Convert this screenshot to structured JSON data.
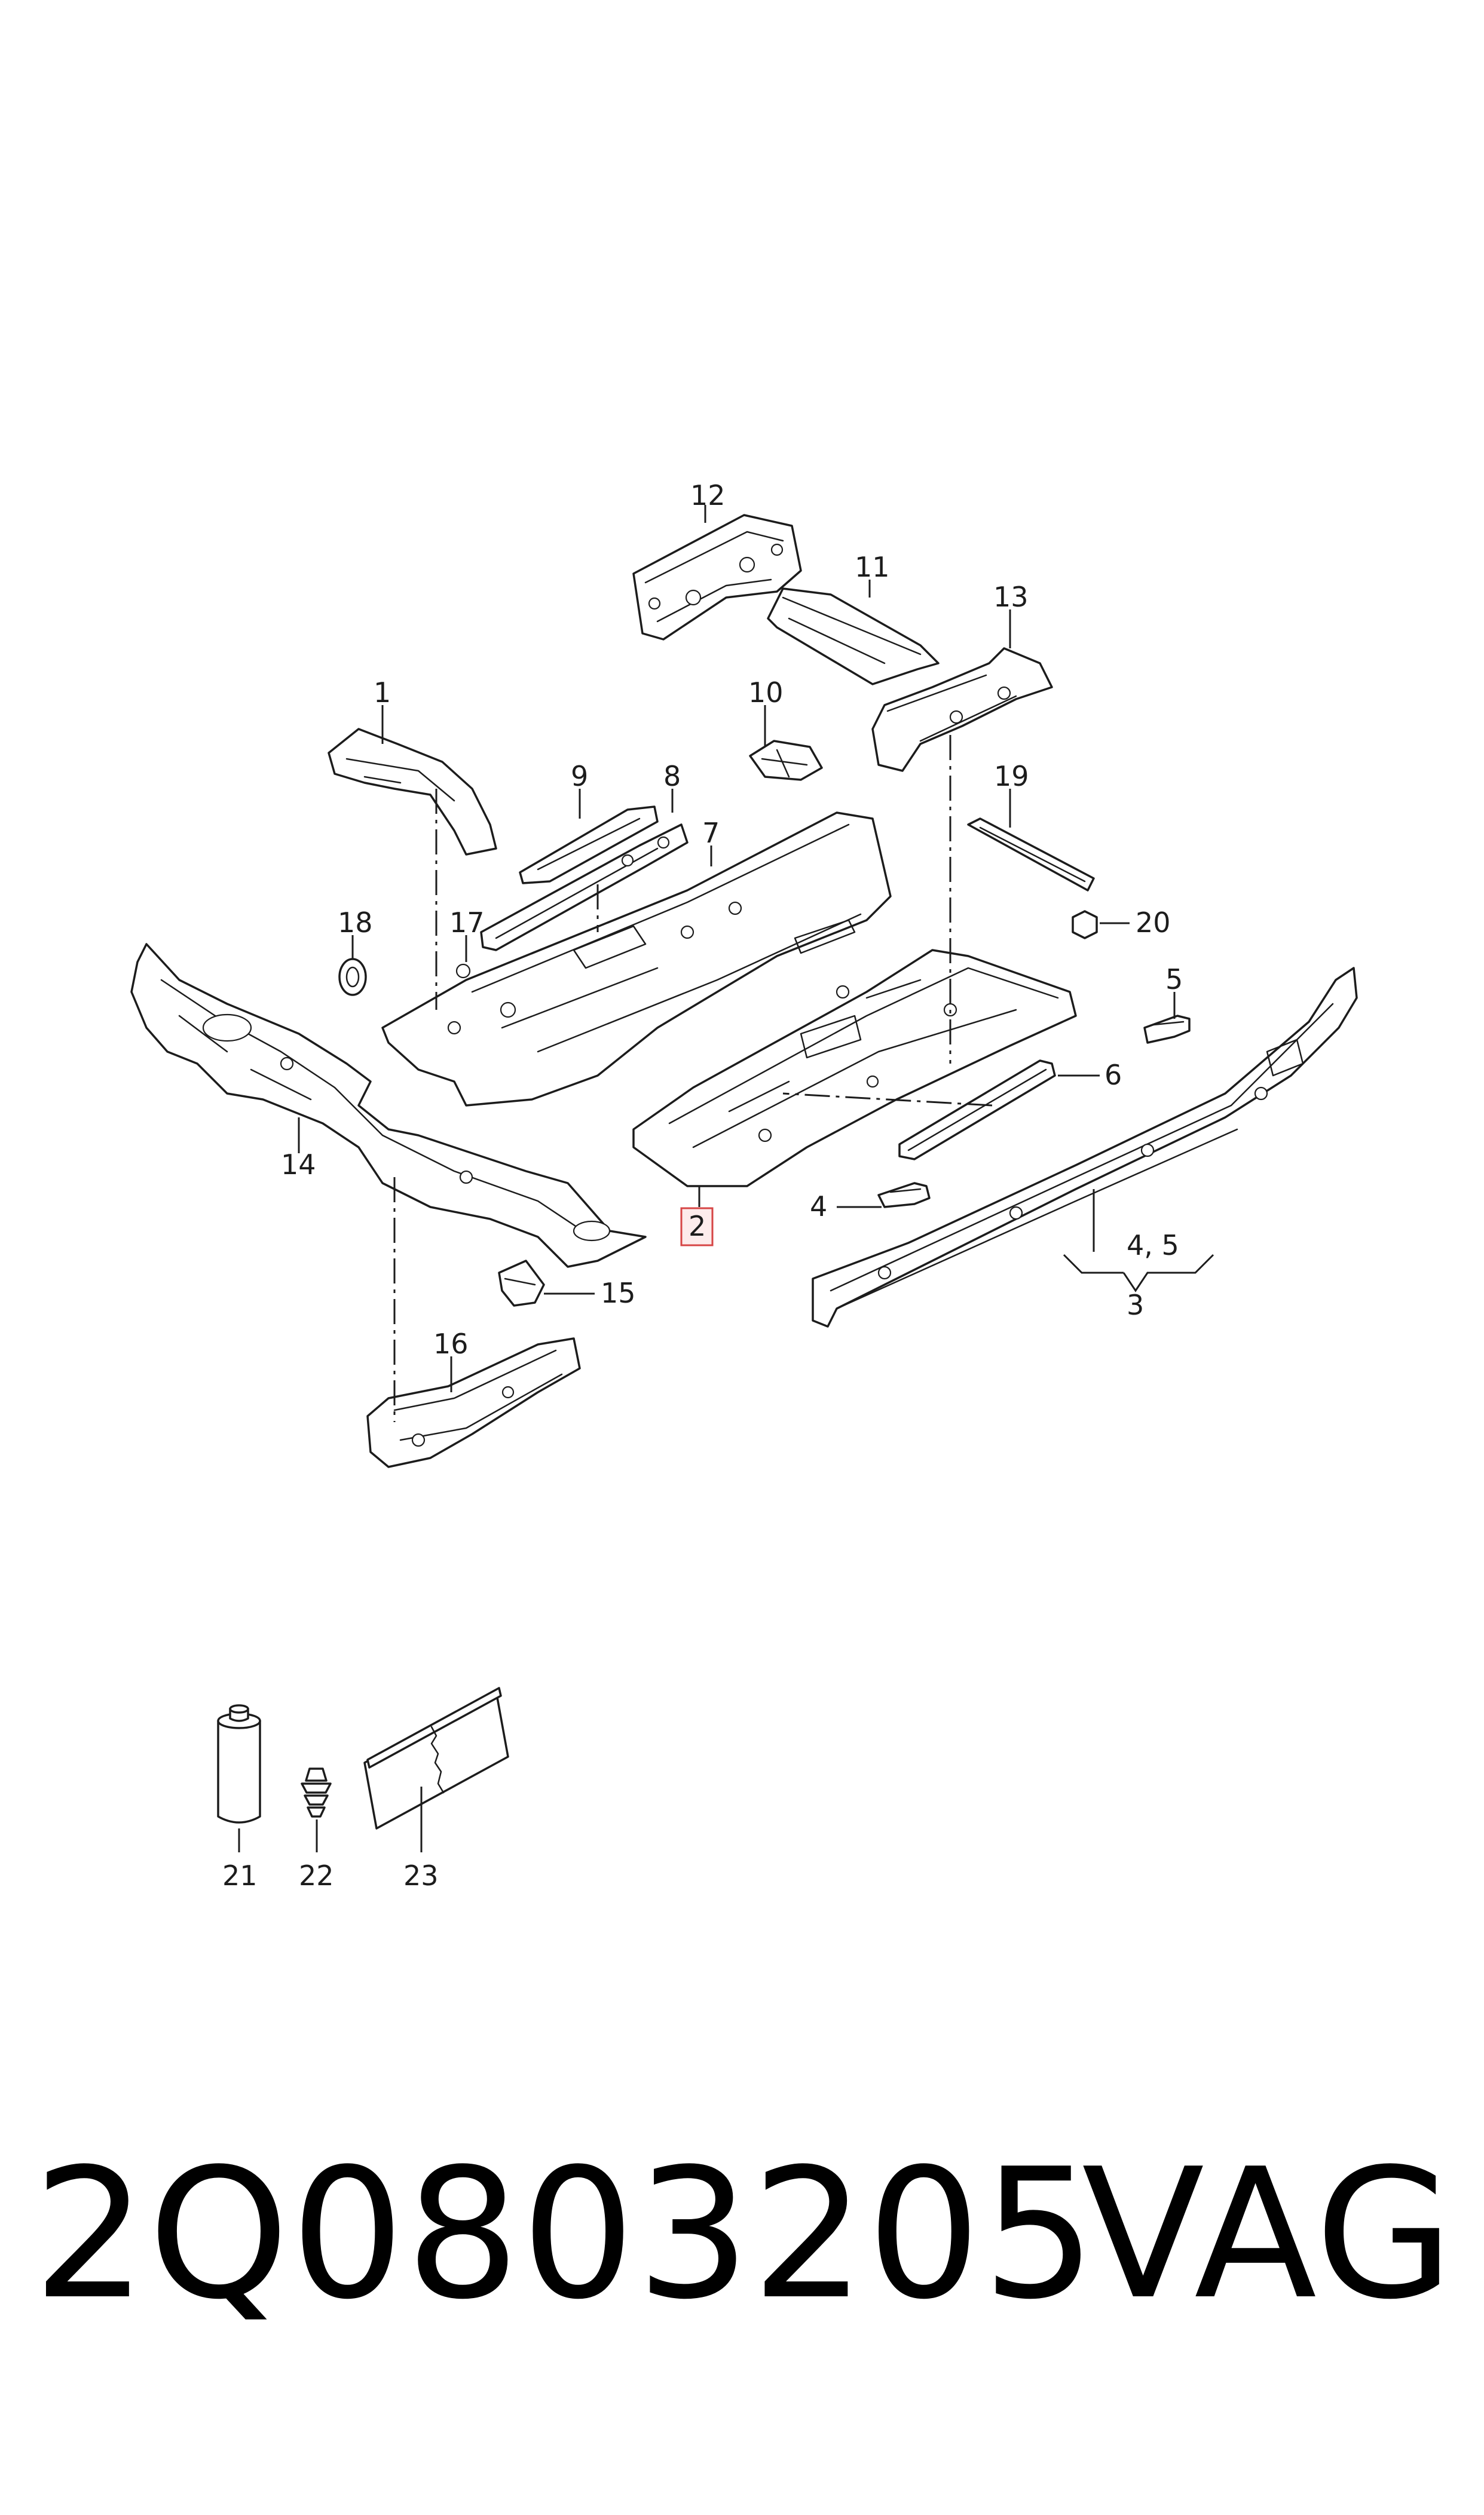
{
  "diagram": {
    "highlighted_callout": "2",
    "callouts": [
      "1",
      "2",
      "3",
      "4",
      "4, 5",
      "5",
      "6",
      "7",
      "8",
      "9",
      "10",
      "11",
      "12",
      "13",
      "14",
      "15",
      "16",
      "17",
      "18",
      "19",
      "20",
      "21",
      "22",
      "23"
    ],
    "highlight_color": "#d64545"
  },
  "footer": {
    "part_number": "2Q0803205",
    "brand": "VAG"
  }
}
